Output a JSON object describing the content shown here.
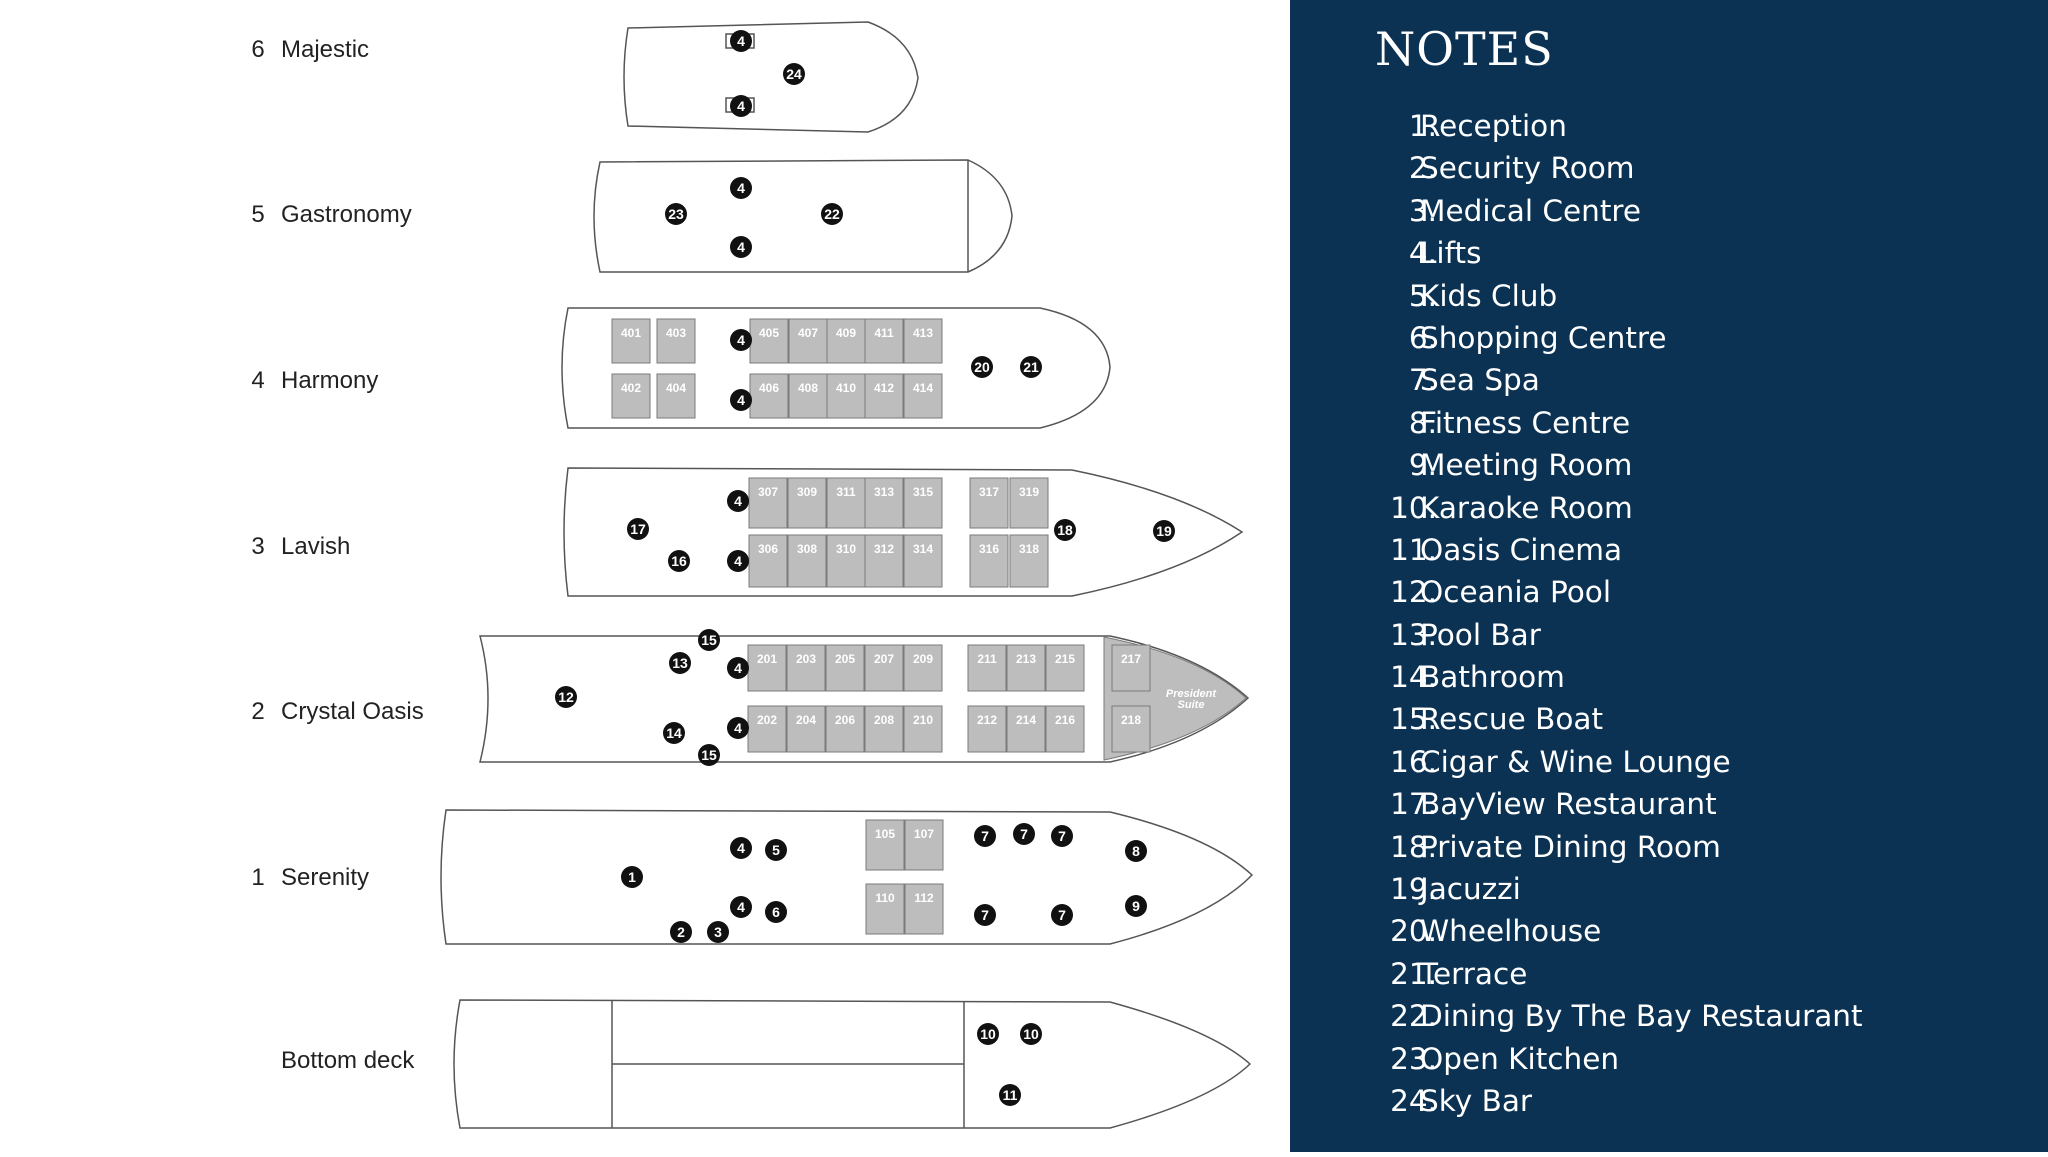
{
  "decks": [
    {
      "id": "majestic",
      "number": "6",
      "name": "Majestic"
    },
    {
      "id": "gastronomy",
      "number": "5",
      "name": "Gastronomy"
    },
    {
      "id": "harmony",
      "number": "4",
      "name": "Harmony"
    },
    {
      "id": "lavish",
      "number": "3",
      "name": "Lavish"
    },
    {
      "id": "crystal-oasis",
      "number": "2",
      "name": "Crystal Oasis"
    },
    {
      "id": "serenity",
      "number": "1",
      "name": "Serenity"
    },
    {
      "id": "bottom",
      "number": "",
      "name": "Bottom deck"
    }
  ],
  "notes": {
    "title": "NOTES",
    "items": [
      {
        "num": "1.",
        "text": "Reception"
      },
      {
        "num": "2.",
        "text": "Security Room"
      },
      {
        "num": "3.",
        "text": "Medical Centre"
      },
      {
        "num": "4.",
        "text": "Lifts"
      },
      {
        "num": "5.",
        "text": "Kids Club"
      },
      {
        "num": "6.",
        "text": "Shopping Centre"
      },
      {
        "num": "7.",
        "text": "Sea Spa"
      },
      {
        "num": "8.",
        "text": "Fitness Centre"
      },
      {
        "num": "9.",
        "text": "Meeting Room"
      },
      {
        "num": "10.",
        "text": "Karaoke Room"
      },
      {
        "num": "11.",
        "text": "Oasis Cinema"
      },
      {
        "num": "12.",
        "text": "Oceania Pool"
      },
      {
        "num": "13.",
        "text": "Pool Bar"
      },
      {
        "num": "14.",
        "text": "Bathroom"
      },
      {
        "num": "15.",
        "text": "Rescue Boat"
      },
      {
        "num": "16.",
        "text": "Cigar & Wine Lounge"
      },
      {
        "num": "17.",
        "text": "BayView Restaurant"
      },
      {
        "num": "18.",
        "text": "Private Dining Room"
      },
      {
        "num": "19.",
        "text": "Jacuzzi"
      },
      {
        "num": "20.",
        "text": "Wheelhouse"
      },
      {
        "num": "21.",
        "text": "Terrace"
      },
      {
        "num": "22.",
        "text": "Dining By The Bay Restaurant"
      },
      {
        "num": "23.",
        "text": "Open Kitchen"
      },
      {
        "num": "24.",
        "text": "Sky Bar"
      }
    ]
  },
  "cabins": {
    "harmony_top": [
      "401",
      "403",
      "405",
      "407",
      "409",
      "411",
      "413"
    ],
    "harmony_bottom": [
      "402",
      "404",
      "406",
      "408",
      "410",
      "412",
      "414"
    ],
    "lavish_top": [
      "307",
      "309",
      "311",
      "313",
      "315",
      "317",
      "319"
    ],
    "lavish_bottom": [
      "306",
      "308",
      "310",
      "312",
      "314",
      "316",
      "318"
    ],
    "crystal_top": [
      "201",
      "203",
      "205",
      "207",
      "209",
      "211",
      "213",
      "215",
      "217"
    ],
    "crystal_bottom": [
      "202",
      "204",
      "206",
      "208",
      "210",
      "212",
      "214",
      "216",
      "218"
    ],
    "serenity_top": [
      "105",
      "107"
    ],
    "serenity_bottom": [
      "110",
      "112"
    ],
    "president_suite": [
      "President",
      "Suite"
    ]
  },
  "markers": {
    "majestic": [
      "4",
      "24",
      "4"
    ],
    "gastronomy": [
      "4",
      "23",
      "22",
      "4"
    ],
    "harmony": [
      "4",
      "4",
      "20",
      "21"
    ],
    "lavish": [
      "4",
      "17",
      "18",
      "19",
      "16",
      "4"
    ],
    "crystal": [
      "15",
      "13",
      "4",
      "12",
      "4",
      "14",
      "15"
    ],
    "serenity": [
      "4",
      "5",
      "7",
      "7",
      "7",
      "8",
      "1",
      "4",
      "6",
      "7",
      "7",
      "9",
      "2",
      "3"
    ],
    "bottom": [
      "10",
      "10",
      "11"
    ]
  },
  "colors": {
    "panel": "#0b3253",
    "cabin_fill": "#bdbdbd",
    "outline": "#555555",
    "marker": "#111111"
  }
}
